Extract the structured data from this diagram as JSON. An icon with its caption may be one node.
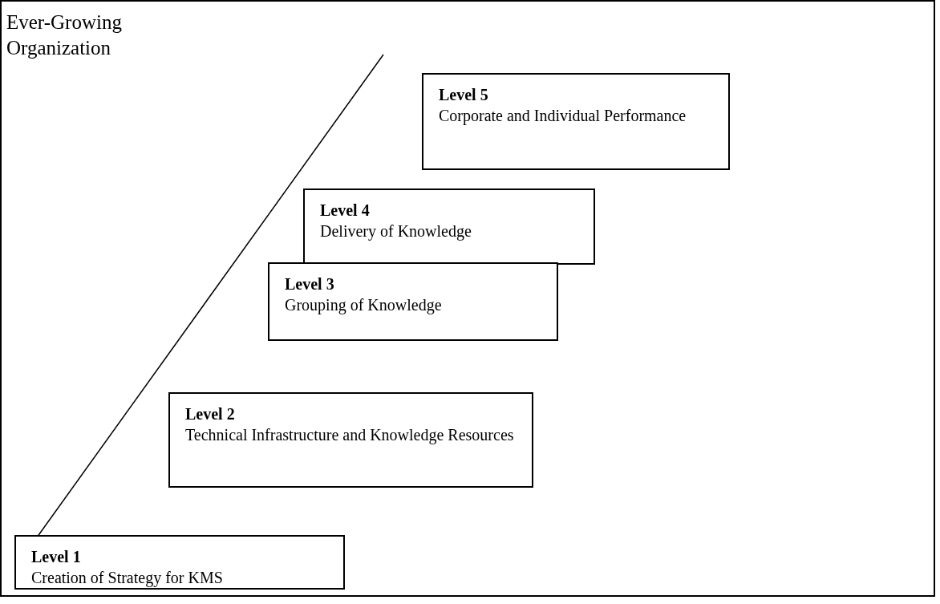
{
  "diagram": {
    "title": "Ever-Growing Organization",
    "nodes": [
      {
        "text": [
          "Level 5",
          "Corporate and Individual Performance"
        ]
      },
      {
        "text": [
          "Level 4",
          "Delivery of Knowledge"
        ]
      },
      {
        "text": [
          "Level 3",
          "Grouping of Knowledge"
        ]
      },
      {
        "text": [
          "Level 2",
          "Technical Infrastructure and Knowledge Resources"
        ]
      },
      {
        "text": [
          "Level 1",
          "Creation of Strategy for KMS"
        ]
      }
    ]
  }
}
